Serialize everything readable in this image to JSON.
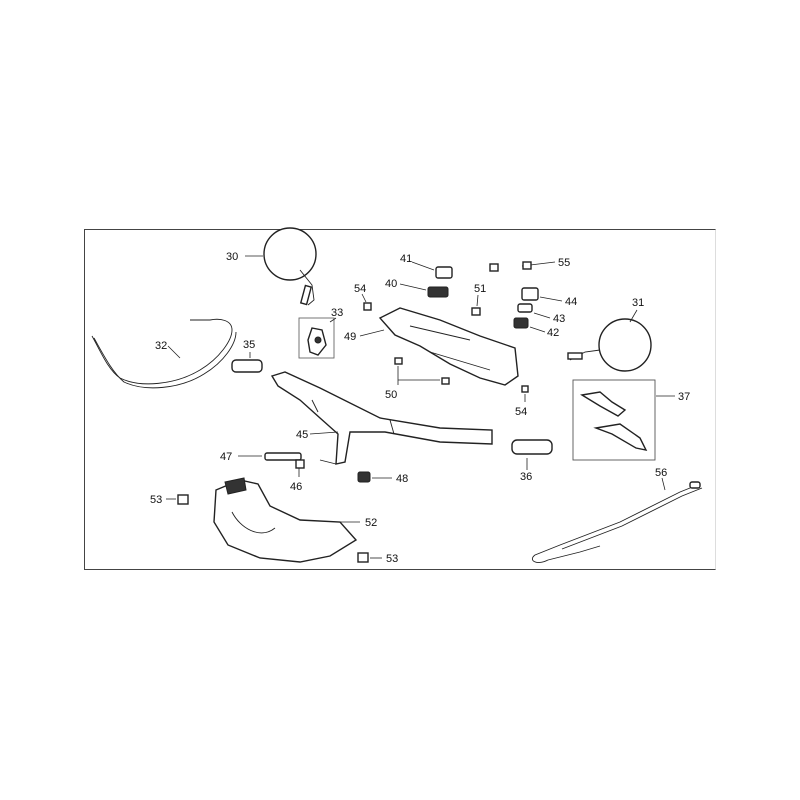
{
  "callouts": {
    "c30": "30",
    "c31": "31",
    "c32": "32",
    "c33": "33",
    "c35": "35",
    "c36": "36",
    "c37": "37",
    "c40": "40",
    "c41": "41",
    "c42": "42",
    "c43": "43",
    "c44": "44",
    "c45": "45",
    "c46": "46",
    "c47": "47",
    "c48": "48",
    "c49": "49",
    "c50": "50",
    "c51": "51",
    "c52": "52",
    "c53a": "53",
    "c53b": "53",
    "c54a": "54",
    "c54b": "54",
    "c55": "55",
    "c56": "56"
  }
}
